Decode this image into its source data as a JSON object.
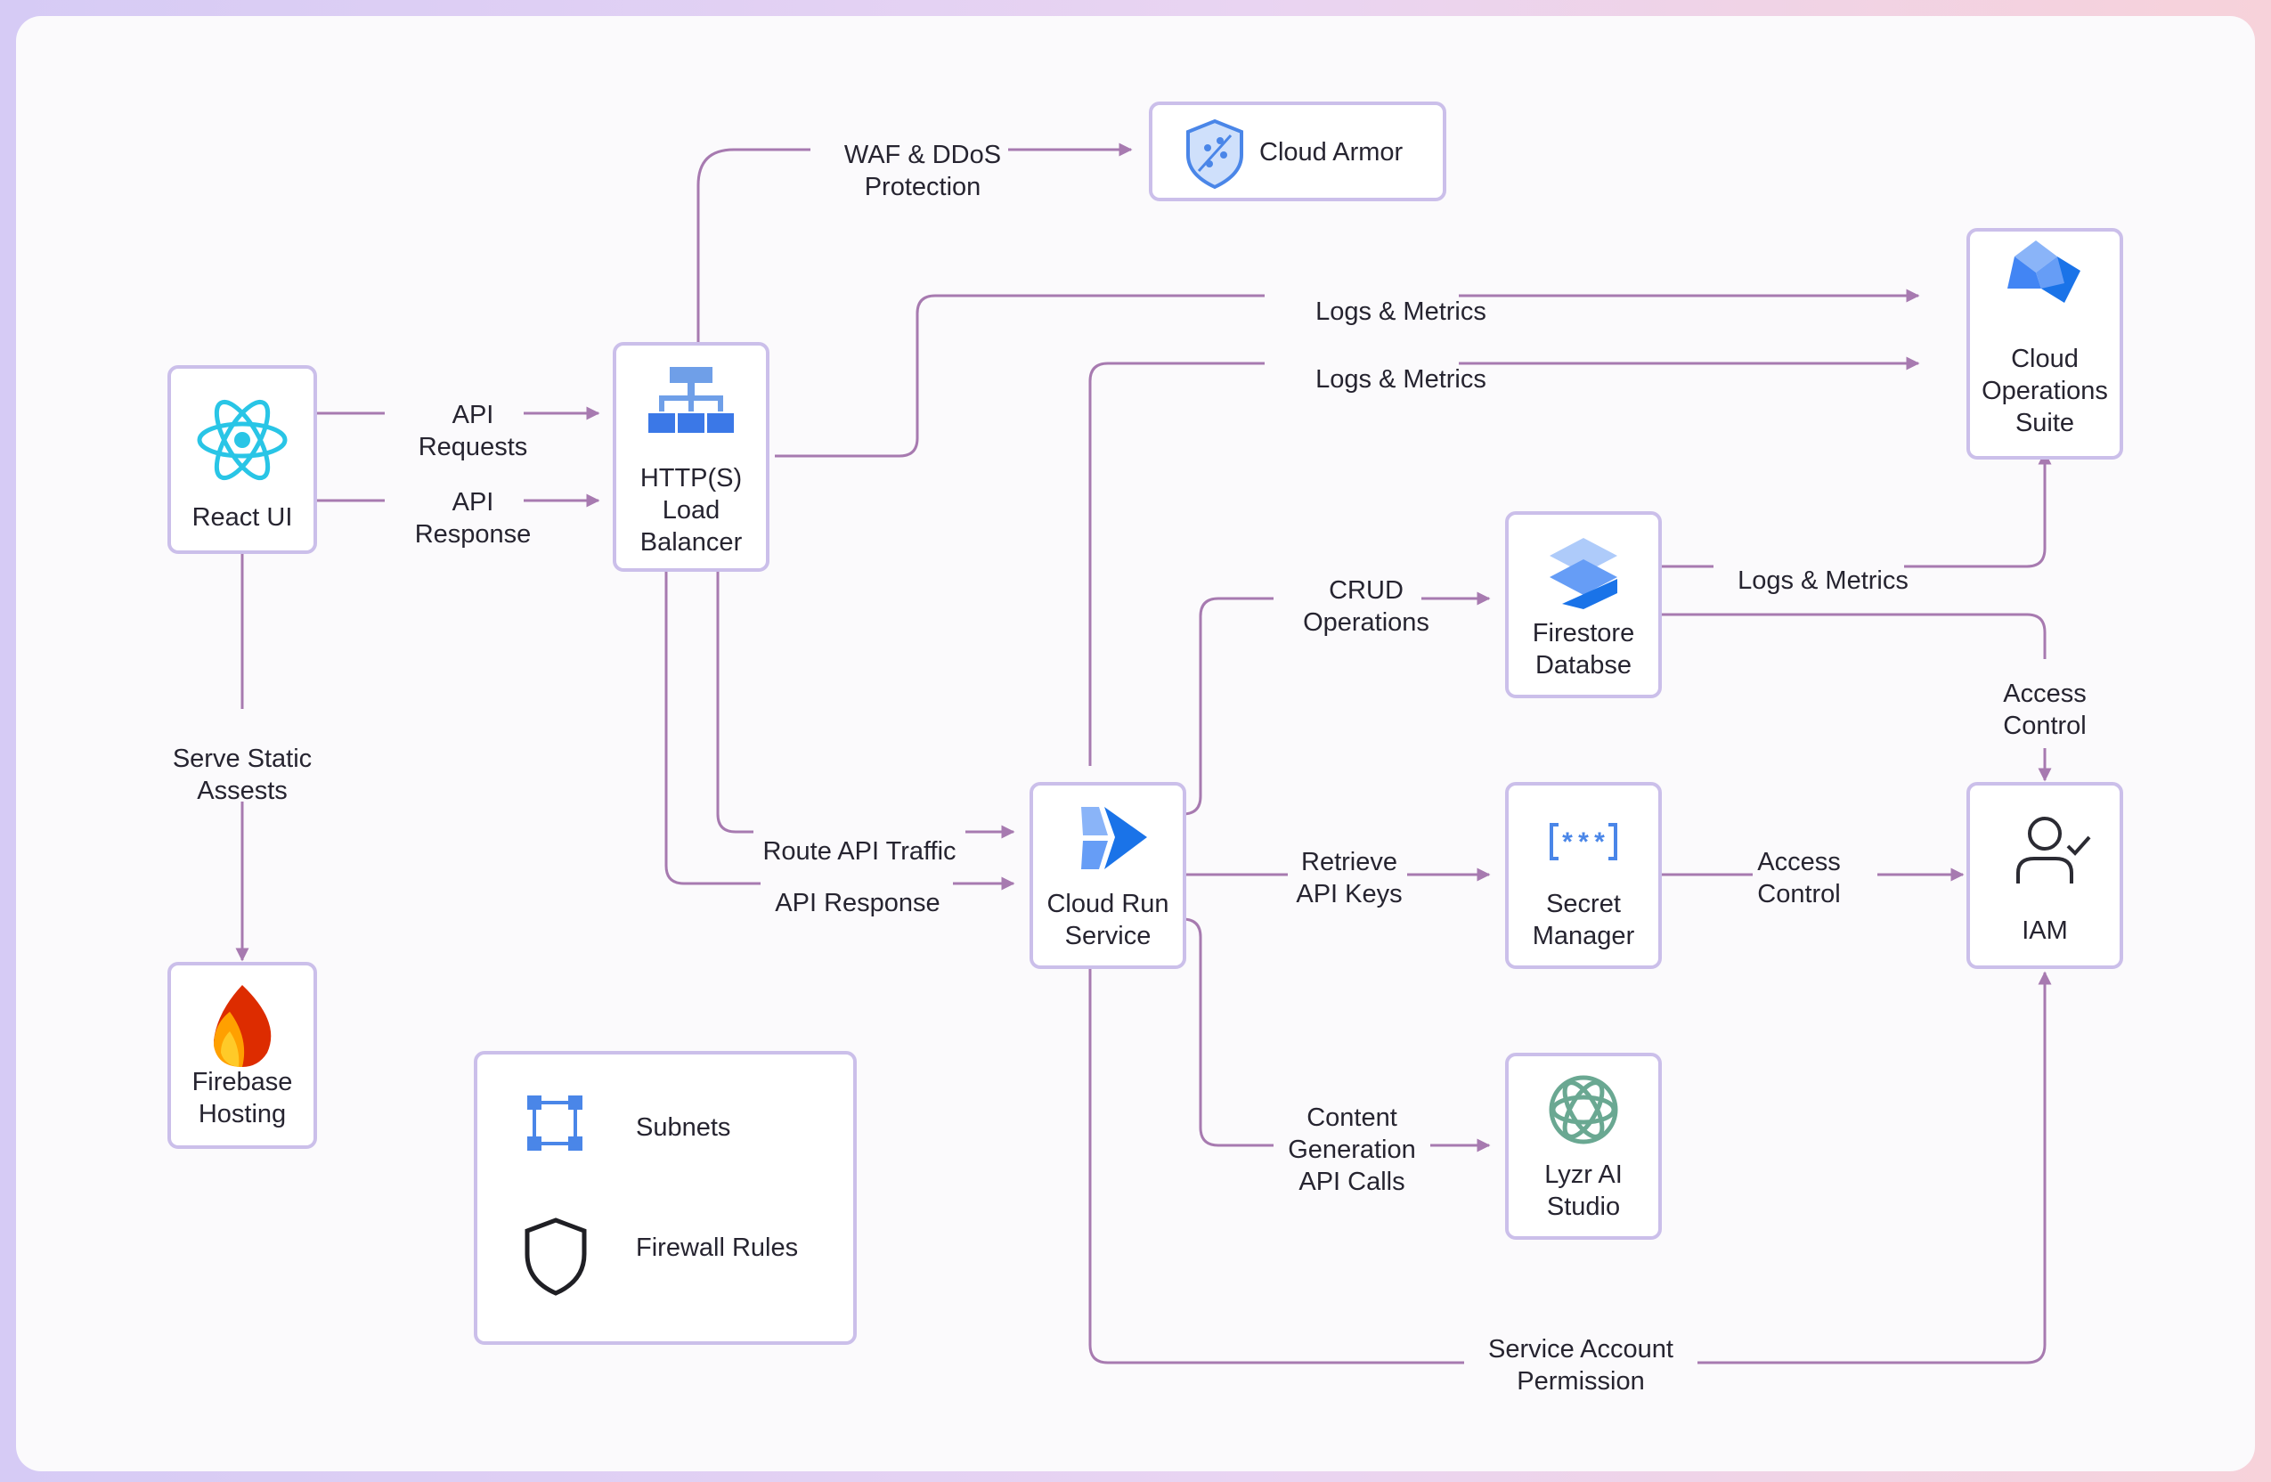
{
  "nodes": {
    "react_ui": "React UI",
    "load_balancer": [
      "HTTP(S)",
      "Load",
      "Balancer"
    ],
    "cloud_armor": "Cloud Armor",
    "cloud_ops": [
      "Cloud",
      "Operations",
      "Suite"
    ],
    "firestore": [
      "Firestore",
      "Databse"
    ],
    "cloud_run": [
      "Cloud Run",
      "Service"
    ],
    "secret_manager": [
      "Secret",
      "Manager"
    ],
    "iam": "IAM",
    "lyzr": [
      "Lyzr AI",
      "Studio"
    ],
    "firebase": [
      "Firebase",
      "Hosting"
    ]
  },
  "edges": {
    "waf": [
      "WAF & DDoS",
      "Protection"
    ],
    "logs_lb": "Logs & Metrics",
    "logs_run": "Logs & Metrics",
    "logs_fs": "Logs & Metrics",
    "api_requests": [
      "API",
      "Requests"
    ],
    "api_response_top": [
      "API",
      "Response"
    ],
    "crud": [
      "CRUD",
      "Operations"
    ],
    "access_fs_iam": [
      "Access",
      "Control"
    ],
    "serve_static": [
      "Serve Static",
      "Assests"
    ],
    "route_api": "Route API Traffic",
    "api_response_bottom": "API Response",
    "retrieve_keys": [
      "Retrieve",
      "API Keys"
    ],
    "access_sm_iam": [
      "Access",
      "Control"
    ],
    "content_gen": [
      "Content",
      "Generation",
      "API Calls"
    ],
    "service_account": [
      "Service Account",
      "Permission"
    ]
  },
  "legend": {
    "subnets": "Subnets",
    "firewall": "Firewall Rules"
  },
  "colors": {
    "edge": "#a77ab0",
    "box_border": "#cbbfea",
    "text": "#262430"
  },
  "icons": {
    "react_ui": "react-icon",
    "load_balancer": "load-balancer-icon",
    "cloud_armor": "shield-icon",
    "cloud_ops": "cube-icon",
    "firestore": "firestore-icon",
    "cloud_run": "cloud-run-icon",
    "secret_manager": "secret-icon",
    "iam": "user-check-icon",
    "lyzr": "openai-knot-icon",
    "firebase": "flame-icon",
    "subnets": "subnets-icon",
    "firewall": "shield-outline-icon"
  }
}
